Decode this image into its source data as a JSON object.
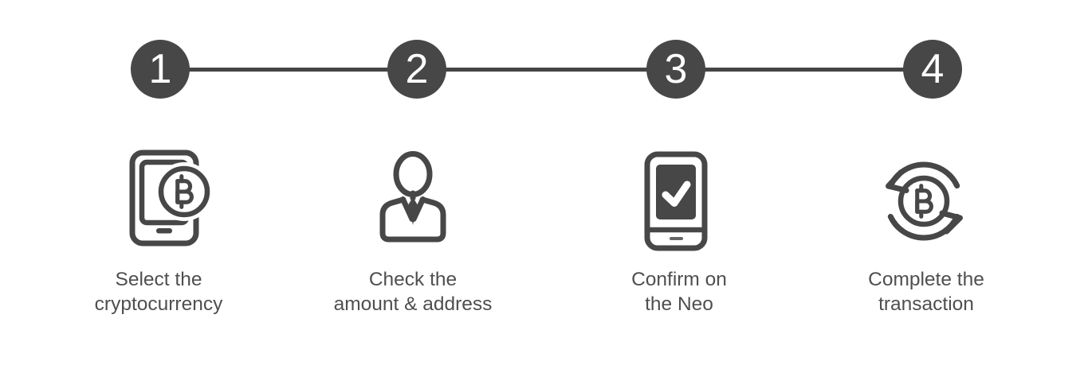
{
  "page": {
    "background_color": "#ffffff"
  },
  "stepper": {
    "connector_color": "#454545",
    "circle_color": "#474747",
    "number_color": "#ffffff",
    "icon_color": "#474747",
    "label_color": "#4f4f4f",
    "steps": [
      {
        "number": "1",
        "icon": "phone-bitcoin-icon",
        "label_line1": "Select the",
        "label_line2": "cryptocurrency"
      },
      {
        "number": "2",
        "icon": "person-icon",
        "label_line1": "Check the",
        "label_line2": "amount & address"
      },
      {
        "number": "3",
        "icon": "device-check-icon",
        "label_line1": "Confirm on",
        "label_line2": "the Neo"
      },
      {
        "number": "4",
        "icon": "bitcoin-cycle-icon",
        "label_line1": "Complete the",
        "label_line2": "transaction"
      }
    ]
  }
}
